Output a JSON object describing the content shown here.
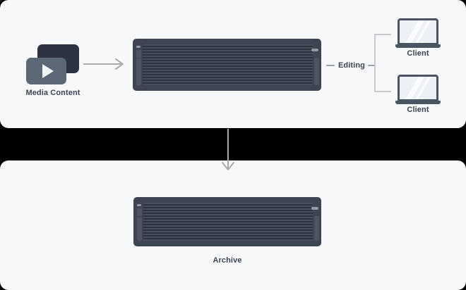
{
  "diagram": {
    "top_panel": {
      "media": {
        "label": "Media Content",
        "icon": "video-thumbnail-stack-icon"
      },
      "ingest_server": {
        "icon": "server-rack-icon"
      },
      "editing": {
        "label": "Editing"
      },
      "clients": [
        {
          "label": "Client",
          "icon": "laptop-icon"
        },
        {
          "label": "Client",
          "icon": "laptop-icon"
        }
      ]
    },
    "bottom_panel": {
      "archive_server": {
        "label": "Archive",
        "icon": "server-rack-icon"
      }
    },
    "connections": [
      {
        "from": "media-content",
        "to": "ingest-server",
        "style": "arrow-right"
      },
      {
        "from": "ingest-server",
        "to": "clients",
        "style": "bracket",
        "label": "Editing"
      },
      {
        "from": "ingest-server",
        "to": "archive-server",
        "style": "arrow-down"
      }
    ]
  },
  "colors": {
    "page_bg": "#000000",
    "card_bg": "#f7f8fa",
    "server_body": "#3e4552",
    "server_stripe_dark": "#2d333e",
    "server_stripe_light": "#474e5b",
    "server_handle": "#4d5563",
    "server_light": "#959ba5",
    "media_back": "#2b3240",
    "media_front": "#5d6876",
    "play_icon": "#f3f5f7",
    "laptop_frame": "#4b5462",
    "laptop_screen": "#edf0f5",
    "bracket_line": "#c6c9ce",
    "dash_line": "#9aa0a8",
    "arrow": "#a9aaac",
    "label_text": "#3d4552"
  }
}
